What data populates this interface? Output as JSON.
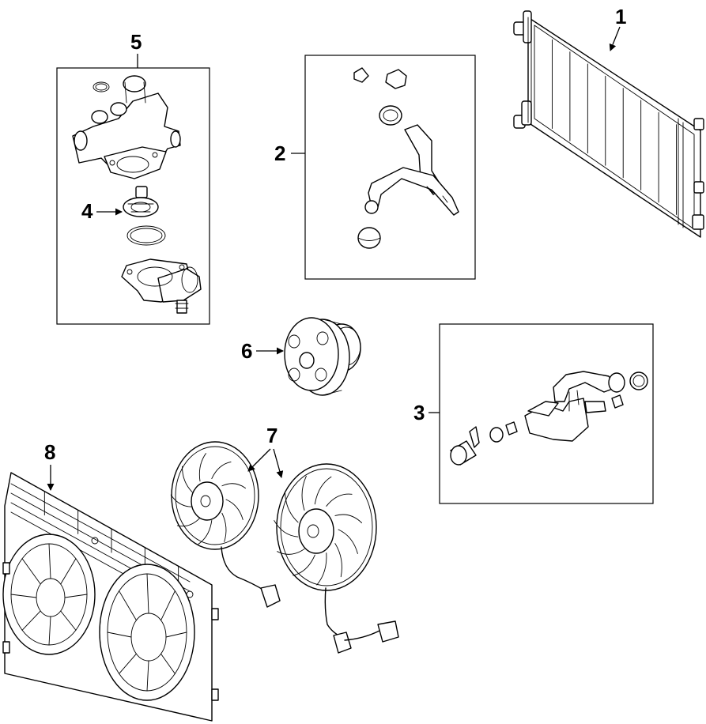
{
  "callouts": {
    "c1": "1",
    "c2": "2",
    "c3": "3",
    "c4": "4",
    "c5": "5",
    "c6": "6",
    "c7": "7",
    "c8": "8"
  },
  "parts": {
    "p1": "radiator-icon",
    "p2": "upper-hose-assembly-icon",
    "p3": "lower-hose-assembly-icon",
    "p4": "thermostat-icon",
    "p5": "thermostat-housing-icon",
    "p6": "water-pump-pulley-icon",
    "p7": "cooling-fan-motor-icon",
    "p8": "fan-shroud-icon"
  }
}
